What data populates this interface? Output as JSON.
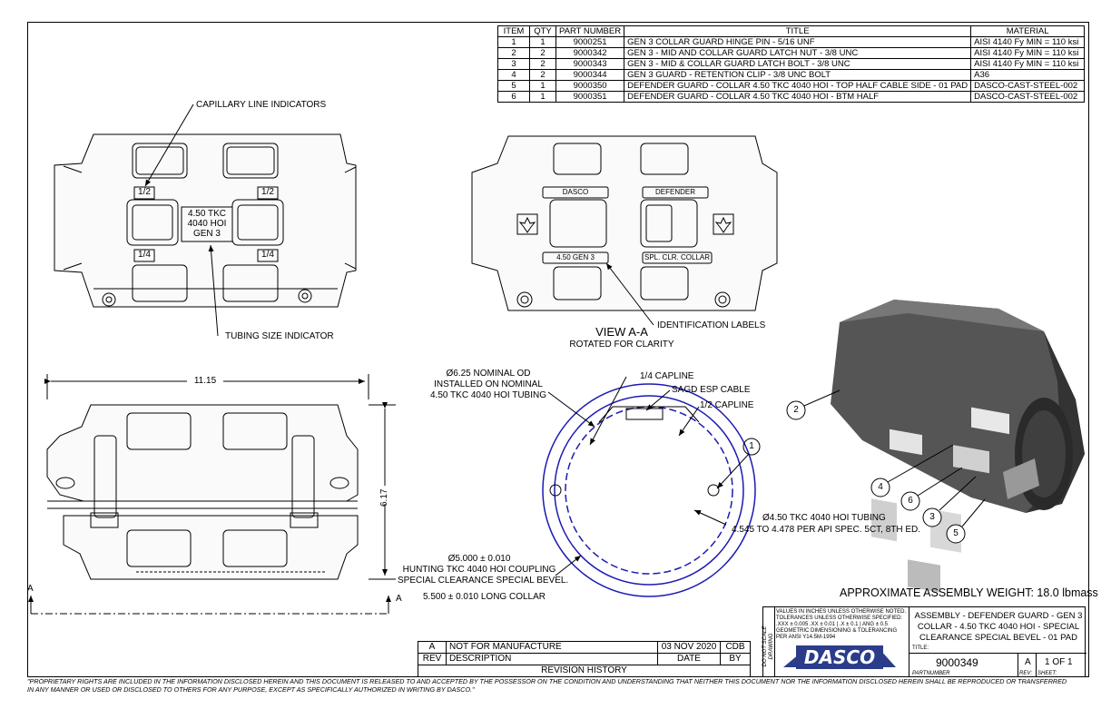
{
  "bom": {
    "headers": [
      "ITEM",
      "QTY",
      "PART NUMBER",
      "TITLE",
      "MATERIAL"
    ],
    "rows": [
      [
        "1",
        "1",
        "9000251",
        "GEN 3 COLLAR GUARD HINGE PIN - 5/16 UNF",
        "AISI 4140 Fy MIN = 110 ksi"
      ],
      [
        "2",
        "2",
        "9000342",
        "GEN 3 - MID AND COLLAR GUARD LATCH NUT - 3/8 UNC",
        "AISI 4140 Fy MIN = 110 ksi"
      ],
      [
        "3",
        "2",
        "9000343",
        "GEN 3 - MID & COLLAR GUARD LATCH BOLT - 3/8 UNC",
        "AISI 4140 Fy MIN = 110 ksi"
      ],
      [
        "4",
        "2",
        "9000344",
        "GEN 3 GUARD - RETENTION CLIP - 3/8 UNC BOLT",
        "A36"
      ],
      [
        "5",
        "1",
        "9000350",
        "DEFENDER GUARD - COLLAR 4.50 TKC 4040 HOI - TOP HALF CABLE SIDE - 01 PAD",
        "DASCO-CAST-STEEL-002"
      ],
      [
        "6",
        "1",
        "9000351",
        "DEFENDER GUARD - COLLAR 4.50 TKC 4040 HOI - BTM HALF",
        "DASCO-CAST-STEEL-002"
      ]
    ]
  },
  "top_view": {
    "capillary_label": "CAPILLARY LINE INDICATORS",
    "tubing_label": "TUBING SIZE INDICATOR",
    "half_left": "1/2",
    "half_right": "1/2",
    "quarter_left": "1/4",
    "quarter_right": "1/4",
    "size_line1": "4.50 TKC",
    "size_line2": "4040 HOI",
    "size_line3": "GEN 3"
  },
  "view_a": {
    "tag_dasco": "DASCO",
    "tag_defender": "DEFENDER",
    "tag_gen": "4.50 GEN 3",
    "tag_spl": "SPL. CLR. COLLAR",
    "id_labels": "IDENTIFICATION LABELS",
    "title": "VIEW A-A",
    "subtitle": "ROTATED FOR CLARITY"
  },
  "side_view": {
    "width_dim": "11.15",
    "height_dim": "6.17",
    "section_a": "A"
  },
  "section_view": {
    "nominal_od_1": "Ø6.25 NOMINAL OD",
    "nominal_od_2": "INSTALLED ON NOMINAL",
    "nominal_od_3": "4.50 TKC 4040 HOI TUBING",
    "quarter_capline": "1/4 CAPLINE",
    "sagd": "SAGD ESP CABLE",
    "half_capline": "1/2 CAPLINE",
    "tubing_1": "Ø4.50 TKC 4040 HOI TUBING",
    "tubing_2": "4.545 TO 4.478 PER API SPEC. 5CT, 8TH ED.",
    "coupling_1": "Ø5.000 ± 0.010",
    "coupling_2": "HUNTING TKC 4040 HOI COUPLING",
    "coupling_3": "SPECIAL CLEARANCE SPECIAL BEVEL.",
    "collar_len": "5.500 ± 0.010 LONG COLLAR",
    "balloon_1": "1"
  },
  "iso_balloons": [
    "2",
    "4",
    "6",
    "3",
    "5"
  ],
  "weight": "APPROXIMATE ASSEMBLY WEIGHT: 18.0 lbmass",
  "revision": {
    "rev": "A",
    "description": "NOT FOR MANUFACTURE",
    "date": "03 NOV 2020",
    "by": "CDB",
    "h_rev": "REV",
    "h_desc": "DESCRIPTION",
    "h_date": "DATE",
    "h_by": "BY",
    "footer": "REVISION HISTORY"
  },
  "title_block": {
    "dns": "DO NOT SCALE DRAWING",
    "notes": [
      "VALUES IN INCHES UNLESS OTHERWISE NOTED.",
      "TOLERANCES UNLESS OTHERWISE SPECIFIED:",
      ".XXX ± 0.005  .XX ± 0.01 |  .X ± 0.1 | ANG ± 0.5",
      "GEOMETRIC DIMENSIONING & TOLERANCING",
      "PER ANSI Y14.5M-1994"
    ],
    "logo": "DASCO",
    "title_1": "ASSEMBLY - DEFENDER GUARD - GEN 3",
    "title_2": "COLLAR - 4.50 TKC 4040 HOI - SPECIAL",
    "title_3": "CLEARANCE SPECIAL BEVEL - 01 PAD",
    "title_caption": "TITLE:",
    "part_number": "9000349",
    "part_caption": "PARTNUMBER",
    "rev": "A",
    "rev_caption": "REV:",
    "sheet": "1  OF 1",
    "sheet_caption": "SHEET:"
  },
  "proprietary": "\"PROPRIETARY RIGHTS ARE INCLUDED IN THE INFORMATION DISCLOSED HEREIN AND THIS DOCUMENT IS RELEASED TO AND ACCEPTED BY THE POSSESSOR ON THE CONDITION AND UNDERSTANDING THAT NEITHER THIS DOCUMENT NOR THE INFORMATION DISCLOSED HEREIN SHALL BE REPRODUCED OR TRANSFERRED IN ANY MANNER OR USED OR DISCLOSED TO OTHERS FOR ANY PURPOSE, EXCEPT AS SPECIFICALLY AUTHORIZED IN WRITING BY DASCO.\""
}
